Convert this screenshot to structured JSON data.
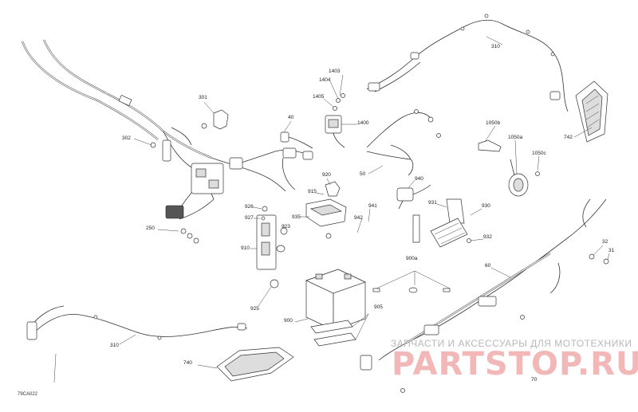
{
  "diagram": {
    "code": "79CA022",
    "callouts": [
      "301",
      "302",
      "40",
      "1403",
      "1404",
      "1405",
      "1400",
      "310",
      "742",
      "50",
      "1050b",
      "1050a",
      "1050c",
      "920",
      "915",
      "940",
      "941",
      "942",
      "935",
      "926",
      "927",
      "923",
      "250",
      "910",
      "931",
      "930",
      "932",
      "900a",
      "925",
      "900",
      "905",
      "60",
      "32",
      "31",
      "70",
      "740"
    ],
    "watermark": {
      "line1": "ЗАПЧАСТИ И АКСЕССУАРЫ ДЛЯ МОТОТЕХНИКИ",
      "line2": "PARTSTOP.RU"
    }
  }
}
